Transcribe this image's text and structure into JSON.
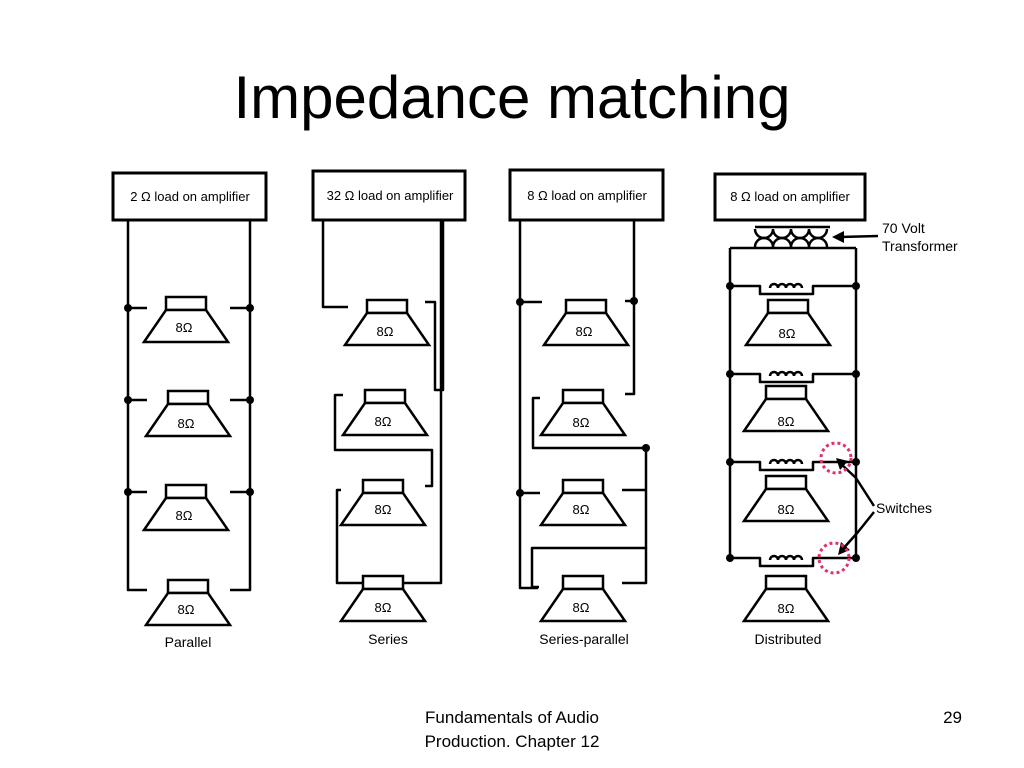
{
  "slide": {
    "title": "Impedance matching"
  },
  "diagram": {
    "panels": [
      {
        "load_label": "2 Ω load on amplifier",
        "caption": "Parallel",
        "speakers": [
          "8Ω",
          "8Ω",
          "8Ω",
          "8Ω"
        ]
      },
      {
        "load_label": "32 Ω load on amplifier",
        "caption": "Series",
        "speakers": [
          "8Ω",
          "8Ω",
          "8Ω",
          "8Ω"
        ]
      },
      {
        "load_label": "8 Ω load on amplifier",
        "caption": "Series-parallel",
        "speakers": [
          "8Ω",
          "8Ω",
          "8Ω",
          "8Ω"
        ]
      },
      {
        "load_label": "8 Ω load on amplifier",
        "caption": "Distributed",
        "speakers": [
          "8Ω",
          "8Ω",
          "8Ω",
          "8Ω"
        ]
      }
    ],
    "annotations": {
      "transformer_line1": "70 Volt",
      "transformer_line2": "Transformer",
      "switches": "Switches"
    },
    "colors": {
      "switch_highlight": "#e0306e",
      "line": "#000000"
    }
  },
  "footer": {
    "source_line1": "Fundamentals of Audio",
    "source_line2": "Production. Chapter 12",
    "page_number": "29"
  }
}
